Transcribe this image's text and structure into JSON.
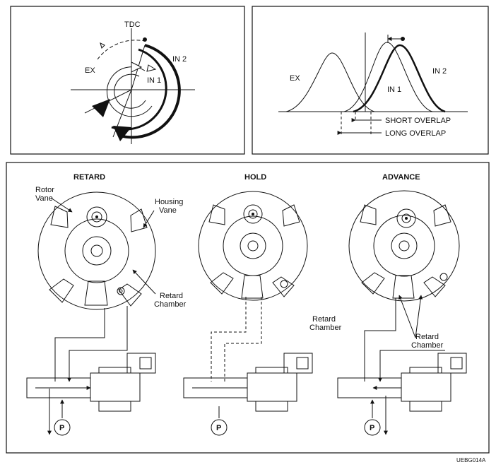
{
  "timing_panel": {
    "tdc_label": "TDC",
    "ex_label": "EX",
    "in1_label": "IN 1",
    "in2_label": "IN 2"
  },
  "overlap_panel": {
    "ex_label": "EX",
    "in1_label": "IN 1",
    "in2_label": "IN 2",
    "short_overlap": "SHORT OVERLAP",
    "long_overlap": "LONG OVERLAP"
  },
  "modes": {
    "retard": {
      "title": "RETARD",
      "rotor_vane_1": "Rotor",
      "rotor_vane_2": "Vane",
      "housing_vane_1": "Housing",
      "housing_vane_2": "Vane",
      "retard_chamber_1": "Retard",
      "retard_chamber_2": "Chamber",
      "pump": "P"
    },
    "hold": {
      "title": "HOLD",
      "retard_chamber_1": "Retard",
      "retard_chamber_2": "Chamber",
      "pump": "P"
    },
    "advance": {
      "title": "ADVANCE",
      "retard_chamber_1": "Retard",
      "retard_chamber_2": "Chamber",
      "pump": "P"
    }
  },
  "figure_code": "UEBG014A"
}
